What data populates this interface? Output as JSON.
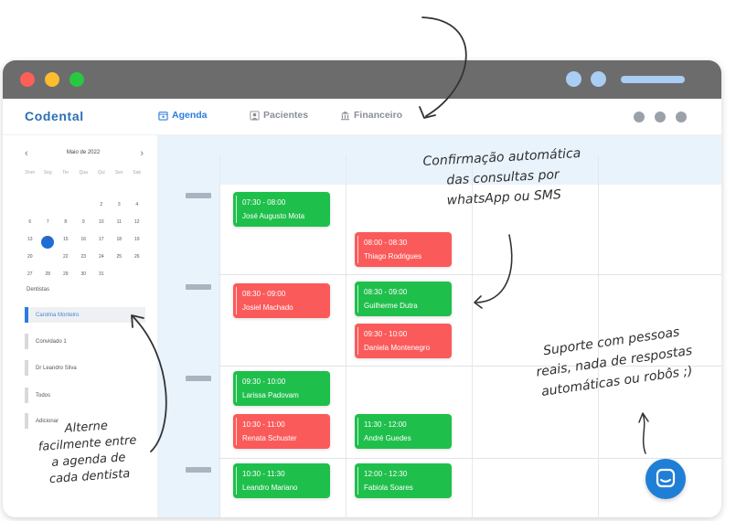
{
  "app": {
    "logo": "Codental"
  },
  "nav": [
    {
      "label": "Agenda",
      "icon": "calendar-icon",
      "active": true
    },
    {
      "label": "Pacientes",
      "icon": "patients-icon",
      "active": false
    },
    {
      "label": "Financeiro",
      "icon": "bank-icon",
      "active": false
    }
  ],
  "calendar": {
    "month_label": "Maio de 2022",
    "weekdays": [
      "Dom",
      "Seg",
      "Ter",
      "Qua",
      "Qui",
      "Sex",
      "Sab"
    ],
    "weeks": [
      [
        "",
        "",
        "",
        "",
        "",
        "",
        ""
      ],
      [
        "",
        "",
        "",
        "",
        "2",
        "3",
        "4"
      ],
      [
        "6",
        "7",
        "8",
        "9",
        "10",
        "11",
        "12"
      ],
      [
        "13",
        "14",
        "15",
        "16",
        "17",
        "18",
        "19"
      ],
      [
        "20",
        "21",
        "22",
        "23",
        "24",
        "25",
        "26"
      ],
      [
        "27",
        "28",
        "29",
        "30",
        "31",
        "",
        ""
      ]
    ],
    "selected_day": "21"
  },
  "dentists": {
    "title": "Dentistas",
    "items": [
      "Carolina Monteiro",
      "Convidado 1",
      "Dr Leandro Silva",
      "Todos",
      "Adicionar"
    ],
    "active": "Carolina Monteiro"
  },
  "appointments": [
    {
      "time": "07:30 - 08:00",
      "patient": "José Augusto Mota",
      "status": "green"
    },
    {
      "time": "08:00 - 08:30",
      "patient": "Thiago Rodrigues",
      "status": "red"
    },
    {
      "time": "08:30 - 09:00",
      "patient": "Josiel Machado",
      "status": "red"
    },
    {
      "time": "08:30 - 09:00",
      "patient": "Guilherme Dutra",
      "status": "green"
    },
    {
      "time": "09:30 - 10:00",
      "patient": "Daniela Montenegro",
      "status": "red"
    },
    {
      "time": "09:30 - 10:00",
      "patient": "Larissa Padovam",
      "status": "green"
    },
    {
      "time": "10:30 - 11:00",
      "patient": "Renata Schuster",
      "status": "red"
    },
    {
      "time": "11:30 - 12:00",
      "patient": "André Guedes",
      "status": "green"
    },
    {
      "time": "10:30 - 11:30",
      "patient": "Leandro Mariano",
      "status": "green"
    },
    {
      "time": "12:00 - 12:30",
      "patient": "Fabiola Soares",
      "status": "green"
    }
  ],
  "annotations": {
    "confirmation": [
      "Confirmação automática",
      "das consultas por",
      "whatsApp ou SMS"
    ],
    "support": [
      "Suporte com pessoas",
      "reais, nada de respostas",
      "automáticas ou robôs ;)"
    ],
    "switch": [
      "Alterne",
      "facilmente entre",
      "a agenda de",
      "cada dentista"
    ]
  },
  "colors": {
    "brand": "#2b6fb6",
    "accent": "#2d7be0",
    "confirmed": "#1fbf4c",
    "unconfirmed": "#fb5a5a",
    "header_bg": "#e9f3fc"
  }
}
